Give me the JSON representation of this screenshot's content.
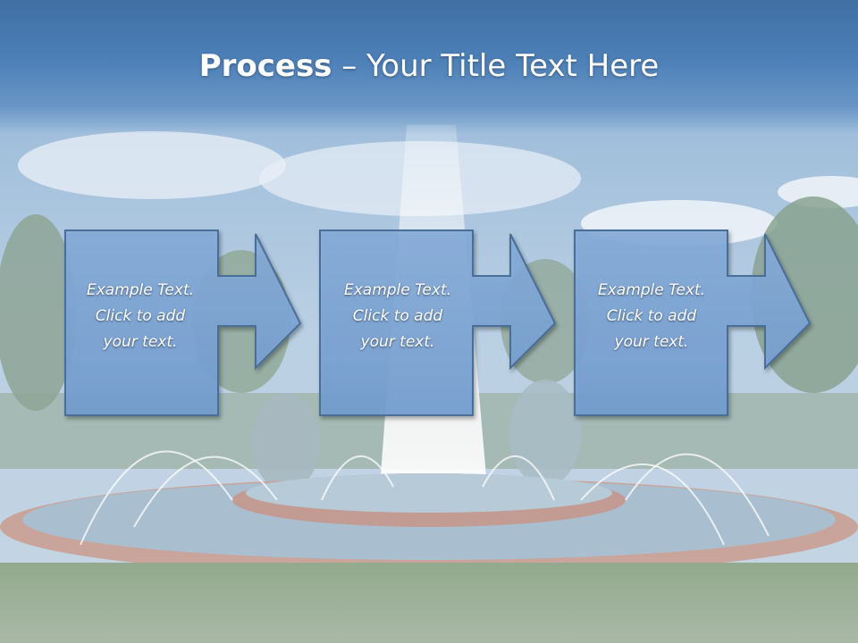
{
  "slide": {
    "title_bold": "Process",
    "title_rest": " – Your Title Text Here"
  },
  "steps": [
    {
      "line1": "Example Text.",
      "line2": "Click  to add",
      "line3": "your text."
    },
    {
      "line1": "Example Text.",
      "line2": "Click  to add",
      "line3": "your text."
    },
    {
      "line1": "Example Text.",
      "line2": "Click  to add",
      "line3": "your text."
    }
  ],
  "colors": {
    "title_band": "#4d80b8",
    "box_fill": "#7fa7d6",
    "box_border": "#4a6e98",
    "text": "#ffffff"
  }
}
